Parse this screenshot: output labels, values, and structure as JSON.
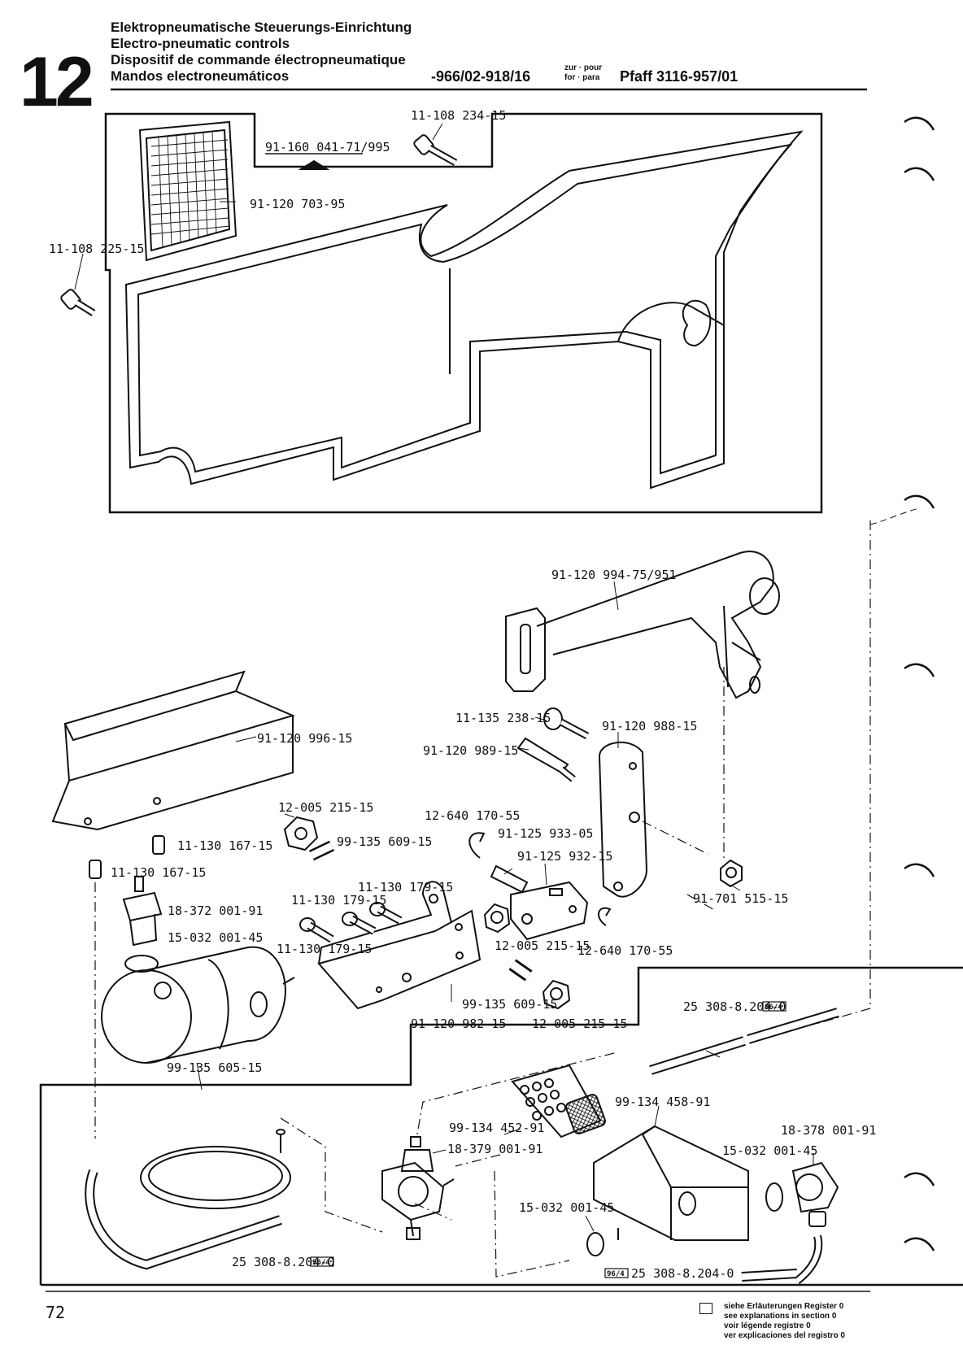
{
  "header": {
    "section_number": "12",
    "title_de": "Elektropneumatische Steuerungs-Einrichtung",
    "title_en": "Electro-pneumatic controls",
    "title_fr": "Dispositif de commande électropneumatique",
    "title_es": "Mandos electroneumáticos",
    "model_range": "-966/02-918/16",
    "for_top": "zur · pour",
    "for_bottom": "for · para",
    "machine": "Pfaff 3116-957/01"
  },
  "part_labels": {
    "p1": "11-108 234-15",
    "p2": "91-160 041-71/995",
    "p3": "91-120 703-95",
    "p4": "11-108 225-15",
    "p5": "91-120 994-75/951",
    "p6": "91-120 996-15",
    "p7": "11-135 238-15",
    "p8": "91-120 988-15",
    "p9": "91-120 989-15",
    "p10": "12-005 215-15",
    "p11": "12-640 170-55",
    "p12": "91-125 933-05",
    "p13": "99-135 609-15",
    "p14": "91-125 932-15",
    "p15": "11-130 167-15",
    "p16": "11-130 167-15",
    "p17": "11-130 179-15",
    "p18": "11-130 179-15",
    "p19": "91-701 515-15",
    "p20": "18-372 001-91",
    "p21": "15-032 001-45",
    "p22": "11-130 179-15",
    "p23": "12-005 215-15",
    "p24": "12-640 170-55",
    "p25": "99-135 609-15",
    "p26": "91-120 982-15",
    "p27": "12-005 215-15",
    "p28": "25 308-8.204-0",
    "p29": "99-135 605-15",
    "p30": "99-134 458-91",
    "p31": "99-134 452-91",
    "p32": "18-379 001-91",
    "p33": "18-378 001-91",
    "p34": "15-032 001-45",
    "p35": "15-032 001-45",
    "p36": "25 308-8.204-0",
    "p37": "25 308-8.204-0",
    "ref_tag": "96/4"
  },
  "footer": {
    "page_number": "72",
    "legend_de": "siehe Erläuterungen Register 0",
    "legend_en": "see explanations in section 0",
    "legend_fr": "voir légende registre 0",
    "legend_es": "ver explicaciones del registro 0"
  }
}
